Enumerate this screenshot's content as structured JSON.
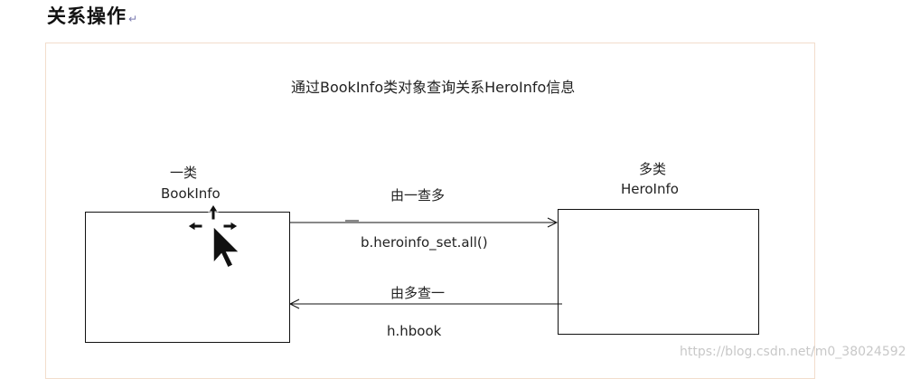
{
  "heading": "关系操作",
  "diagram": {
    "caption": "通过BookInfo类对象查询关系HeroInfo信息",
    "left_entity": {
      "multiplicity": "一类",
      "name": "BookInfo"
    },
    "right_entity": {
      "multiplicity": "多类",
      "name": "HeroInfo"
    },
    "forward_relation": {
      "label": "由一查多",
      "expression": "b.heroinfo_set.all()"
    },
    "backward_relation": {
      "label": "由多查一",
      "expression": "h.hbook"
    }
  },
  "watermark": "https://blog.csdn.net/m0_38024592"
}
